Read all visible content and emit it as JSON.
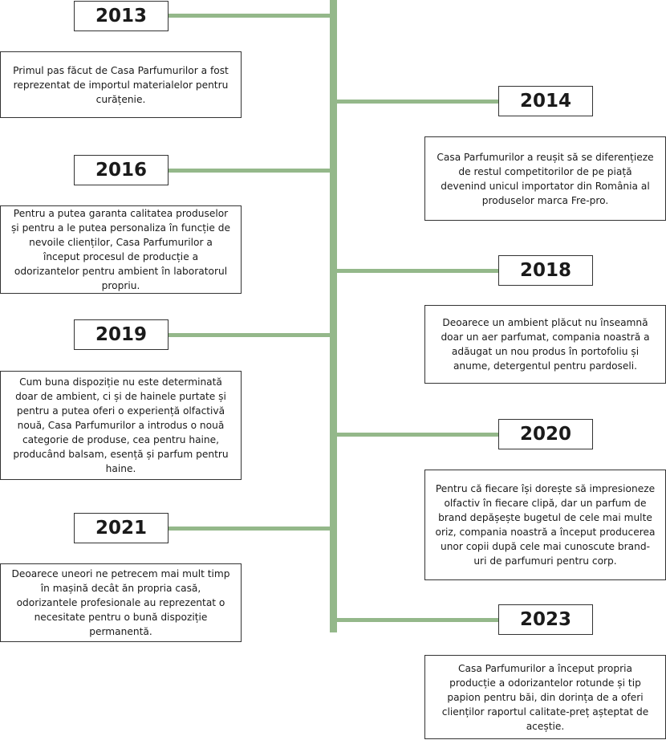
{
  "timeline": {
    "events": [
      {
        "year": "2013",
        "text": "Primul pas făcut de Casa Parfumurilor a fost reprezentat de importul materialelor pentru curățenie."
      },
      {
        "year": "2014",
        "text": "Casa Parfumurilor a reușit să se diferențieze de restul competitorilor de pe piață devenind unicul importator din România al produselor marca Fre-pro."
      },
      {
        "year": "2016",
        "text": "Pentru a putea garanta calitatea produselor și pentru a le putea personaliza în funcție de nevoile clienților, Casa Parfumurilor a început procesul de producție a odorizantelor pentru ambient în laboratorul propriu."
      },
      {
        "year": "2018",
        "text": "Deoarece un ambient plăcut nu înseamnă doar un aer parfumat, compania noastră a adăugat un nou produs în portofoliu și anume, detergentul pentru pardoseli."
      },
      {
        "year": "2019",
        "text": "Cum buna dispoziție nu este determinată doar de ambient, ci și de hainele purtate și pentru a putea oferi o experiență olfactivă nouă, Casa Parfumurilor a introdus o nouă categorie de produse, cea pentru haine, producând balsam, esență și parfum pentru haine."
      },
      {
        "year": "2020",
        "text": "Pentru că fiecare își dorește să impresioneze olfactiv în fiecare clipă, dar un parfum de brand depășește bugetul de cele mai multe oriz, compania noastră a început producerea unor copii după cele mai cunoscute brand-uri de parfumuri pentru corp."
      },
      {
        "year": "2021",
        "text": "Deoarece uneori ne petrecem mai mult timp în mașină decât ăn propria casă, odorizantele profesionale au reprezentat o necesitate pentru o bună dispoziție permanentă."
      },
      {
        "year": "2023",
        "text": "Casa Parfumurilor a început propria producție a odorizantelor rotunde și tip papion pentru băi, din dorința de a oferi clienților raportul calitate-preț așteptat de aceștie."
      }
    ]
  }
}
